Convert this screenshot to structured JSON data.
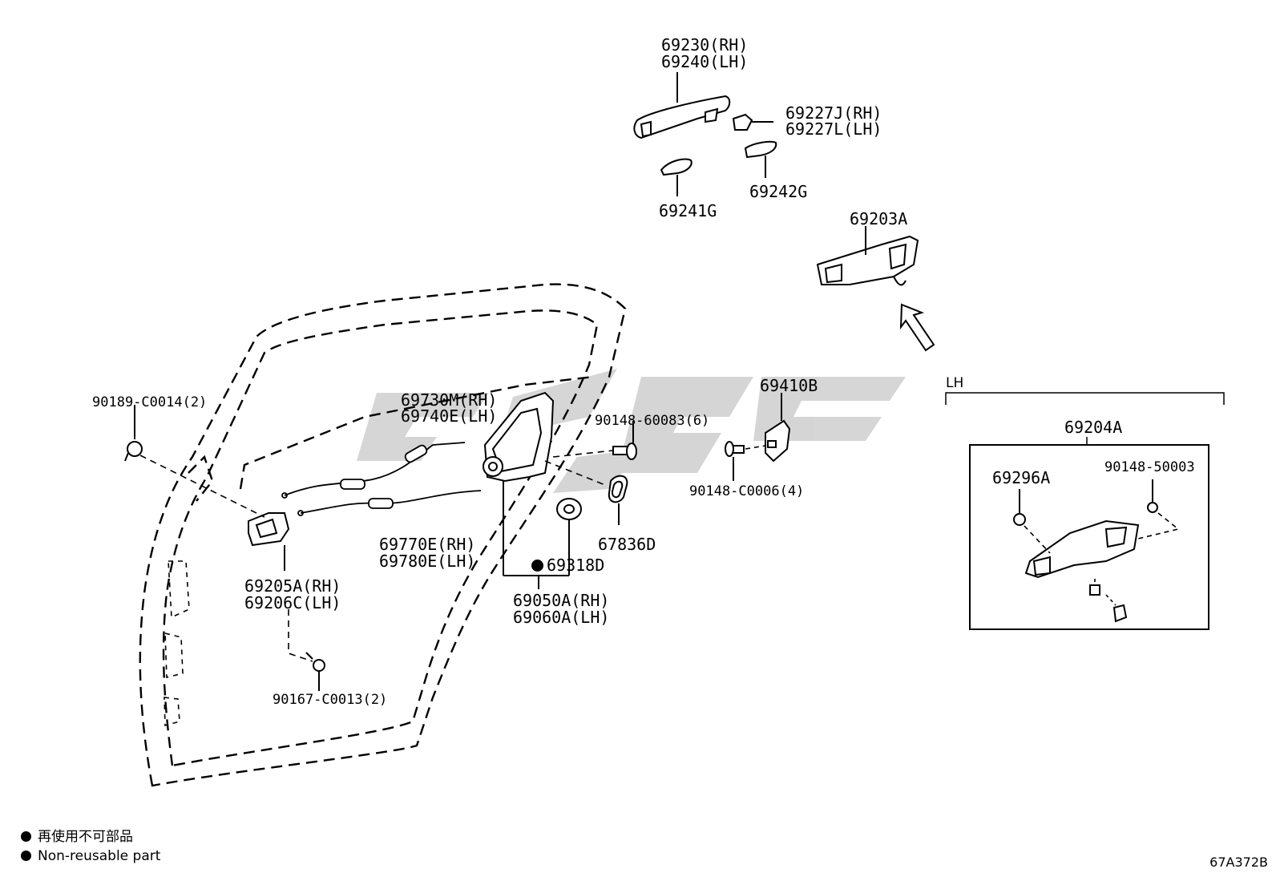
{
  "parts": {
    "p69230": "69230(RH)",
    "p69240": "69240(LH)",
    "p69227J": "69227J(RH)",
    "p69227L": "69227L(LH)",
    "p69241G": "69241G",
    "p69242G": "69242G",
    "p69203A": "69203A",
    "p69730M": "69730M(RH)",
    "p69740E": "69740E(LH)",
    "p90189": "90189-C0014(2)",
    "p90148_60083": "90148-60083(6)",
    "p69410B": "69410B",
    "p90148_C0006": "90148-C0006(4)",
    "p67836D": "67836D",
    "p69318D": "69318D",
    "p69770E": "69770E(RH)",
    "p69780E": "69780E(LH)",
    "p69205A": "69205A(RH)",
    "p69206C": "69206C(LH)",
    "p69050A": "69050A(RH)",
    "p69060A": "69060A(LH)",
    "p90167": "90167-C0013(2)",
    "lh_tag": "LH",
    "p69204A": "69204A",
    "p69296A": "69296A",
    "p90148_50003": "90148-50003"
  },
  "legend": {
    "line1": "再使用不可部品",
    "line2": "Non-reusable part"
  },
  "illustration_code": "67A372B",
  "watermark_color": "#c8c8c8"
}
